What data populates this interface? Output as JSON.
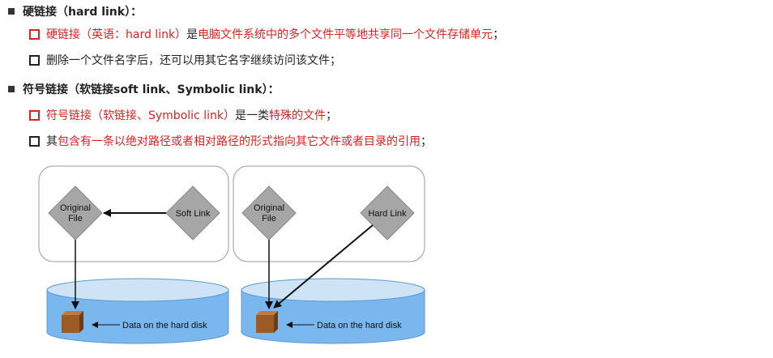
{
  "section1": {
    "heading": "硬链接（hard link）：",
    "b1": {
      "red_part": "硬链接（英语：hard link）",
      "is": "是",
      "red_rest": "电脑文件系统中的多个文件平等地共享同一个文件存储单元",
      "end": "；"
    },
    "b2": {
      "text": "删除一个文件名字后，还可以用其它名字继续访问该文件；"
    }
  },
  "section2": {
    "heading": "符号链接（软链接soft link、Symbolic link）：",
    "b1": {
      "red_part": "符号链接（软链接、Symbolic link）",
      "is": "是一类",
      "red_rest": "特殊的文件",
      "end": "；"
    },
    "b2": {
      "prefix": "其",
      "red_part": "包含有一条以绝对路径或者相对路径的形式指向其它文件或者目录的引用",
      "end": "；"
    }
  },
  "diagram": {
    "left": {
      "original": [
        "Original",
        "File"
      ],
      "link": "Soft Link",
      "disk_label": "Data on the hard disk"
    },
    "right": {
      "original": [
        "Original",
        "File"
      ],
      "link": "Hard Link",
      "disk_label": "Data on the hard disk"
    },
    "colors": {
      "diamond": "#a6a6a6",
      "disk_top": "#cfe3f6",
      "disk_body": "#79b7ee",
      "cube": "#9c5a25"
    }
  }
}
